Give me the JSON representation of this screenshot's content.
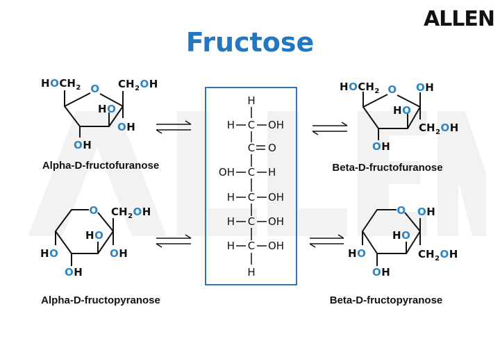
{
  "title": "Fructose",
  "logo": "ALLEN",
  "watermark": "ALLEN",
  "colors": {
    "title": "#1f78c1",
    "oxygen": "#2a86c8",
    "box": "#2e75b6",
    "watermark": "#f1f1f1"
  },
  "structures": [
    {
      "id": "alpha-furanose",
      "name": "Alpha-D-fructofuranose",
      "labels": {
        "ch2oh_left": [
          [
            "H",
            "k"
          ],
          [
            "O",
            "b"
          ],
          [
            "CH",
            "k"
          ],
          [
            "2",
            "s"
          ]
        ],
        "ring_o": [
          [
            "O",
            "b"
          ]
        ],
        "top_right": [
          [
            "CH",
            "k"
          ],
          [
            "2",
            "s"
          ],
          [
            "O",
            "b"
          ],
          [
            "H",
            "k"
          ]
        ],
        "inner": [
          [
            "H",
            "k"
          ],
          [
            "O",
            "b"
          ]
        ],
        "right_down": [
          [
            "O",
            "b"
          ],
          [
            "H",
            "k"
          ]
        ],
        "bottom": [
          [
            "O",
            "b"
          ],
          [
            "H",
            "k"
          ]
        ]
      }
    },
    {
      "id": "beta-furanose",
      "name": "Beta-D-fructofuranose",
      "labels": {
        "ch2oh_left": [
          [
            "H",
            "k"
          ],
          [
            "O",
            "b"
          ],
          [
            "CH",
            "k"
          ],
          [
            "2",
            "s"
          ]
        ],
        "ring_o": [
          [
            "O",
            "b"
          ]
        ],
        "top_right": [
          [
            "O",
            "b"
          ],
          [
            "H",
            "k"
          ]
        ],
        "inner": [
          [
            "H",
            "k"
          ],
          [
            "O",
            "b"
          ]
        ],
        "right_down": [
          [
            "CH",
            "k"
          ],
          [
            "2",
            "s"
          ],
          [
            "O",
            "b"
          ],
          [
            "H",
            "k"
          ]
        ],
        "bottom": [
          [
            "O",
            "b"
          ],
          [
            "H",
            "k"
          ]
        ]
      }
    },
    {
      "id": "alpha-pyranose",
      "name": "Alpha-D-fructopyranose",
      "labels": {
        "ring_o": [
          [
            "O",
            "b"
          ]
        ],
        "top_right": [
          [
            "CH",
            "k"
          ],
          [
            "2",
            "s"
          ],
          [
            "O",
            "b"
          ],
          [
            "H",
            "k"
          ]
        ],
        "inner": [
          [
            "H",
            "k"
          ],
          [
            "O",
            "b"
          ]
        ],
        "right_down": [
          [
            "O",
            "b"
          ],
          [
            "H",
            "k"
          ]
        ],
        "left": [
          [
            "H",
            "k"
          ],
          [
            "O",
            "b"
          ]
        ],
        "bottom": [
          [
            "O",
            "b"
          ],
          [
            "H",
            "k"
          ]
        ]
      }
    },
    {
      "id": "beta-pyranose",
      "name": "Beta-D-fructopyranose",
      "labels": {
        "ring_o": [
          [
            "O",
            "b"
          ]
        ],
        "top_right": [
          [
            "O",
            "b"
          ],
          [
            "H",
            "k"
          ]
        ],
        "inner": [
          [
            "H",
            "k"
          ],
          [
            "O",
            "b"
          ]
        ],
        "right_down": [
          [
            "CH",
            "k"
          ],
          [
            "2",
            "s"
          ],
          [
            "O",
            "b"
          ],
          [
            "H",
            "k"
          ]
        ],
        "left": [
          [
            "H",
            "k"
          ],
          [
            "O",
            "b"
          ]
        ],
        "bottom": [
          [
            "O",
            "b"
          ],
          [
            "H",
            "k"
          ]
        ]
      }
    }
  ],
  "fischer": {
    "top": "H",
    "rows": [
      {
        "left": "H",
        "center": "C",
        "right": "OH",
        "bond": "single"
      },
      {
        "left": "",
        "center": "C",
        "right": "O",
        "bond": "double"
      },
      {
        "left": "OH",
        "center": "C",
        "right": "H",
        "bond": "single"
      },
      {
        "left": "H",
        "center": "C",
        "right": "OH",
        "bond": "single"
      },
      {
        "left": "H",
        "center": "C",
        "right": "OH",
        "bond": "single"
      },
      {
        "left": "H",
        "center": "C",
        "right": "OH",
        "bond": "single"
      }
    ],
    "bottom": "H"
  }
}
